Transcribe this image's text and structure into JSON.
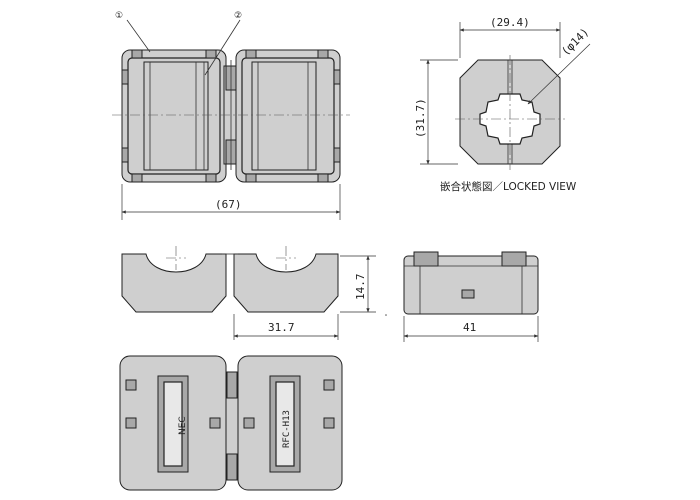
{
  "labels": {
    "part1": "①",
    "part2": "②",
    "width_top": "(29.4)",
    "height_right": "(31.7)",
    "diameter": "(φ14)",
    "locked_view": "嵌合状態図／LOCKED VIEW",
    "overall_length": "(67)",
    "half_height": "14.7",
    "half_length": "31.7",
    "side_width": "41",
    "model": "RFC-H13"
  },
  "colors": {
    "body_fill": "#cfcfcf",
    "dark_fill": "#a8a8a8",
    "line": "#222222"
  }
}
